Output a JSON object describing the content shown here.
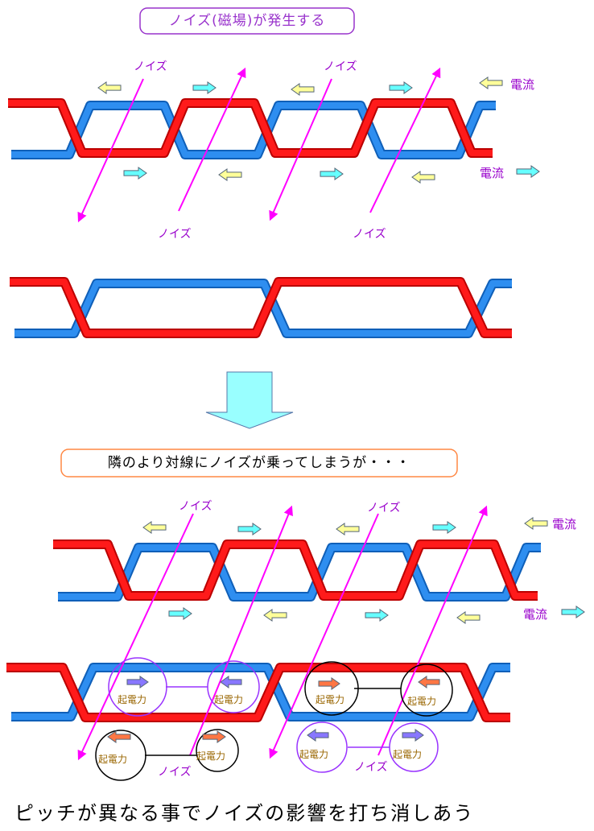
{
  "title_top": "ノイズ(磁場)が発生する",
  "mid_caption": "隣のより対線にノイズが乗ってしまうが・・・",
  "bottom_caption": "ピッチが異なる事でノイズの影響を打ち消しあう",
  "noise_label": "ノイズ",
  "current_label": "電流",
  "emf_label": "起電力",
  "colors": {
    "red_wire": "#ff0000",
    "blue_wire": "#1e7fe6",
    "noise": "#ff00ff",
    "label_purple": "#9900cc",
    "yellow_arrow": "#ffff99",
    "cyan_arrow": "#66ffff",
    "orange_arrow": "#ff7744",
    "violet_arrow": "#8877ff",
    "big_arrow": "#99ffff",
    "title_border": "#9933cc",
    "mid_border": "#ff8844",
    "circle_purple": "#9933ff",
    "circle_black": "#000000",
    "emf_text": "#996600"
  }
}
